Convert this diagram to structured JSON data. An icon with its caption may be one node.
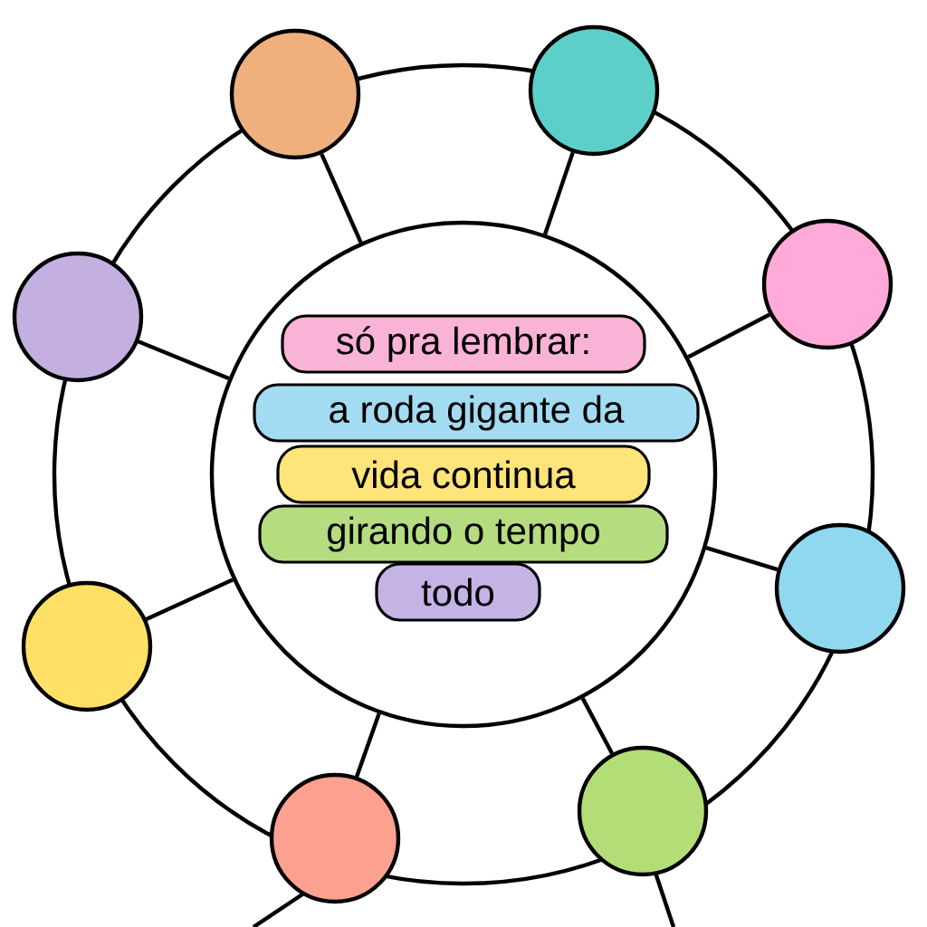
{
  "diagram": {
    "nodes": [
      {
        "text": [],
        "shape": "circle"
      },
      {
        "text": [
          "só pra lembrar:"
        ],
        "in": 0
      },
      {
        "text": [
          "a roda gigante da"
        ],
        "in": 0
      },
      {
        "text": [
          "vida continua"
        ],
        "in": 0
      },
      {
        "text": [
          "girando o tempo"
        ],
        "in": 0
      },
      {
        "text": [
          "todo"
        ],
        "in": 0
      },
      {
        "text": [],
        "shape": "circle"
      },
      {
        "text": [],
        "shape": "circle"
      },
      {
        "text": [],
        "shape": "circle"
      },
      {
        "text": [],
        "shape": "circle"
      },
      {
        "text": [],
        "shape": "circle"
      },
      {
        "text": [],
        "shape": "circle"
      },
      {
        "text": [],
        "shape": "circle"
      },
      {
        "text": [],
        "shape": "circle"
      }
    ],
    "edges": [
      {
        "from": 6,
        "to": 0,
        "arrow": "none"
      },
      {
        "from": 7,
        "to": 0,
        "arrow": "none"
      },
      {
        "from": 8,
        "to": 0,
        "arrow": "none"
      },
      {
        "from": 9,
        "to": 0,
        "arrow": "none"
      },
      {
        "from": 10,
        "to": 0,
        "arrow": "none"
      },
      {
        "from": 11,
        "to": 0,
        "arrow": "none"
      },
      {
        "from": 12,
        "to": 0,
        "arrow": "none"
      },
      {
        "from": 13,
        "to": 0,
        "arrow": "none"
      }
    ]
  }
}
